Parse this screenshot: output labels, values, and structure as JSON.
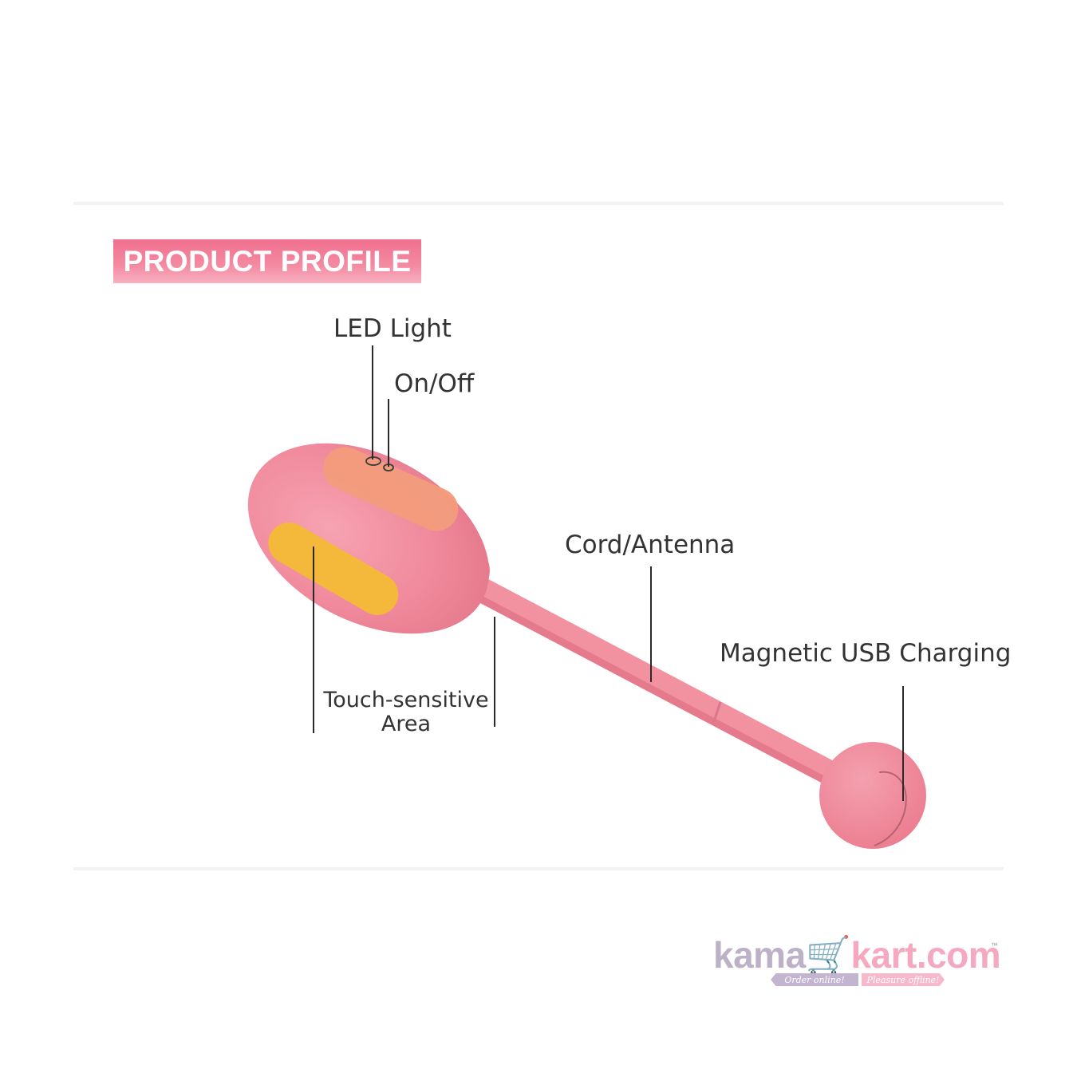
{
  "header": {
    "badge_text": "PRODUCT PROFILE"
  },
  "callouts": {
    "led_light": "LED Light",
    "on_off": "On/Off",
    "cord_antenna": "Cord/Antenna",
    "magnetic_charging": "Magnetic USB Charging",
    "touch_line1": "Touch-sensitive",
    "touch_line2": "Area"
  },
  "logo": {
    "part1": "kama",
    "part2": "kart.com",
    "tm": "™",
    "tag_left": "Order online!",
    "tag_right": "Pleasure offline!"
  },
  "colors": {
    "body_pink": "#f28a9c",
    "touch_yellow": "#f4b93a",
    "top_orange": "#f39a7a",
    "badge_pink": "#f0708f"
  }
}
